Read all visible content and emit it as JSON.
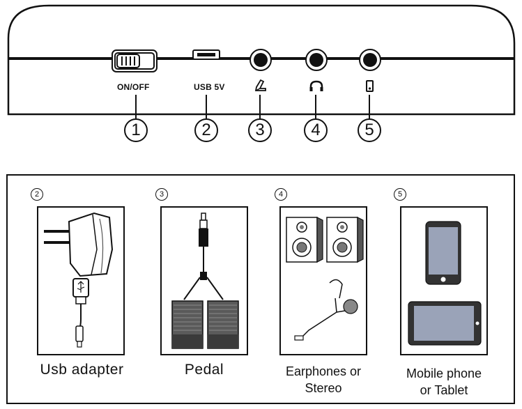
{
  "device_panel": {
    "ports": [
      {
        "number": "1",
        "label": "ON/OFF",
        "icon": "switch-icon"
      },
      {
        "number": "2",
        "label": "USB 5V",
        "icon": "usb-port-icon"
      },
      {
        "number": "3",
        "label": "",
        "icon": "pedal-icon"
      },
      {
        "number": "4",
        "label": "",
        "icon": "headphones-icon"
      },
      {
        "number": "5",
        "label": "",
        "icon": "phone-icon"
      }
    ]
  },
  "accessories": [
    {
      "number": "2",
      "caption": "Usb adapter",
      "icon": "usb-adapter-icon"
    },
    {
      "number": "3",
      "caption": "Pedal",
      "icon": "sustain-pedal-icon"
    },
    {
      "number": "4",
      "caption_line1": "Earphones or",
      "caption_line2": "Stereo",
      "icon": "speakers-earphones-icon"
    },
    {
      "number": "5",
      "caption_line1": "Mobile phone",
      "caption_line2": "or Tablet",
      "icon": "phone-tablet-icon"
    }
  ]
}
